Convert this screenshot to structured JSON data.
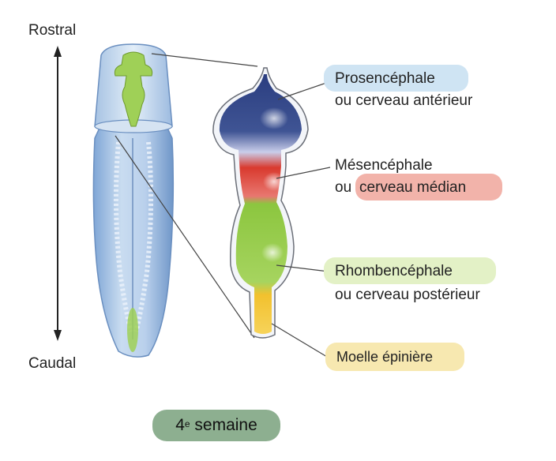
{
  "axis": {
    "top_label": "Rostral",
    "bottom_label": "Caudal"
  },
  "regions": [
    {
      "name": "Prosencéphale",
      "subtitle": "ou cerveau antérieur",
      "color": "#2b3e80",
      "highlight": "#cfe4f3"
    },
    {
      "name": "Mésencéphale",
      "subtitle_prefix": "ou ",
      "subtitle_highlighted": "cerveau médian",
      "color": "#d93a2e",
      "highlight": "#f2b3aa"
    },
    {
      "name": "Rhombencéphale",
      "subtitle": "ou cerveau postérieur",
      "color": "#8cc63f",
      "highlight": "#e3f1c6"
    },
    {
      "name": "Moelle épinière",
      "color": "#f2c12e",
      "highlight": "#f7e8b0"
    }
  ],
  "week": {
    "number": "4",
    "superscript": "e",
    "label": "semaine",
    "color": "#8daf90"
  }
}
